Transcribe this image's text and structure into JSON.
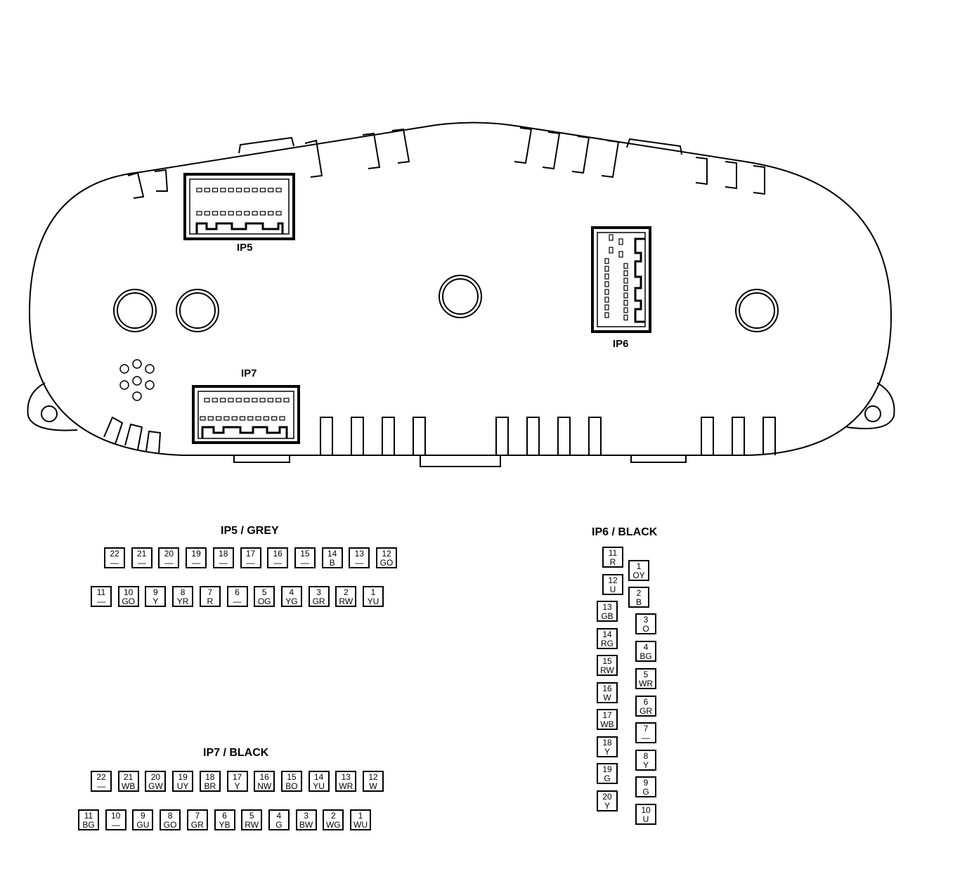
{
  "cluster_labels": {
    "ip5": "IP5",
    "ip6": "IP6",
    "ip7": "IP7"
  },
  "ip5": {
    "title": "IP5 / GREY",
    "row1": [
      {
        "n": "22",
        "w": "—"
      },
      {
        "n": "21",
        "w": "—"
      },
      {
        "n": "20",
        "w": "—"
      },
      {
        "n": "19",
        "w": "—"
      },
      {
        "n": "18",
        "w": "—"
      },
      {
        "n": "17",
        "w": "—"
      },
      {
        "n": "16",
        "w": "—"
      },
      {
        "n": "15",
        "w": "—"
      },
      {
        "n": "14",
        "w": "B"
      },
      {
        "n": "13",
        "w": "—"
      },
      {
        "n": "12",
        "w": "GO"
      }
    ],
    "row2": [
      {
        "n": "11",
        "w": "—"
      },
      {
        "n": "10",
        "w": "GO"
      },
      {
        "n": "9",
        "w": "Y"
      },
      {
        "n": "8",
        "w": "YR"
      },
      {
        "n": "7",
        "w": "R"
      },
      {
        "n": "6",
        "w": "—"
      },
      {
        "n": "5",
        "w": "OG"
      },
      {
        "n": "4",
        "w": "YG"
      },
      {
        "n": "3",
        "w": "GR"
      },
      {
        "n": "2",
        "w": "RW"
      },
      {
        "n": "1",
        "w": "YU"
      }
    ]
  },
  "ip7": {
    "title": "IP7 / BLACK",
    "row1": [
      {
        "n": "22",
        "w": "—"
      },
      {
        "n": "21",
        "w": "WB"
      },
      {
        "n": "20",
        "w": "GW"
      },
      {
        "n": "19",
        "w": "UY"
      },
      {
        "n": "18",
        "w": "BR"
      },
      {
        "n": "17",
        "w": "Y"
      },
      {
        "n": "16",
        "w": "NW"
      },
      {
        "n": "15",
        "w": "BO"
      },
      {
        "n": "14",
        "w": "YU"
      },
      {
        "n": "13",
        "w": "WR"
      },
      {
        "n": "12",
        "w": "W"
      }
    ],
    "row2": [
      {
        "n": "11",
        "w": "BG"
      },
      {
        "n": "10",
        "w": "—"
      },
      {
        "n": "9",
        "w": "GU"
      },
      {
        "n": "8",
        "w": "GO"
      },
      {
        "n": "7",
        "w": "GR"
      },
      {
        "n": "6",
        "w": "YB"
      },
      {
        "n": "5",
        "w": "RW"
      },
      {
        "n": "4",
        "w": "G"
      },
      {
        "n": "3",
        "w": "BW"
      },
      {
        "n": "2",
        "w": "WG"
      },
      {
        "n": "1",
        "w": "WU"
      }
    ]
  },
  "ip6": {
    "title": "IP6 / BLACK",
    "left": [
      {
        "n": "11",
        "w": "R"
      },
      {
        "n": "12",
        "w": "U"
      },
      {
        "n": "13",
        "w": "GB"
      },
      {
        "n": "14",
        "w": "RG"
      },
      {
        "n": "15",
        "w": "RW"
      },
      {
        "n": "16",
        "w": "W"
      },
      {
        "n": "17",
        "w": "WB"
      },
      {
        "n": "18",
        "w": "Y"
      },
      {
        "n": "19",
        "w": "G"
      },
      {
        "n": "20",
        "w": "Y"
      }
    ],
    "right": [
      {
        "n": "1",
        "w": "OY"
      },
      {
        "n": "2",
        "w": "B"
      },
      {
        "n": "3",
        "w": "O"
      },
      {
        "n": "4",
        "w": "BG"
      },
      {
        "n": "5",
        "w": "WR"
      },
      {
        "n": "6",
        "w": "GR"
      },
      {
        "n": "7",
        "w": "—"
      },
      {
        "n": "8",
        "w": "Y"
      },
      {
        "n": "9",
        "w": "G"
      },
      {
        "n": "10",
        "w": "U"
      }
    ]
  }
}
